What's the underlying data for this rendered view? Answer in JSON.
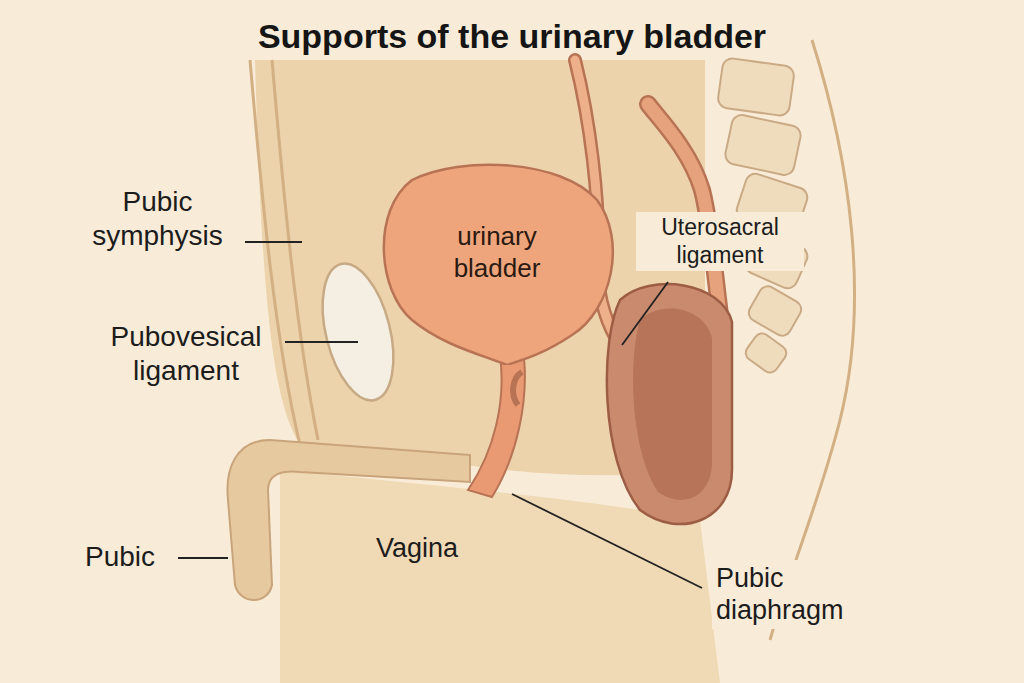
{
  "diagram": {
    "title": "Supports of the urinary bladder",
    "nodes": [
      {
        "text": [
          "urinary bladder"
        ]
      }
    ],
    "labels": [
      "Pubic symphysis",
      "Pubovesical ligament",
      "Uterosacral ligament",
      "Pubic",
      "Vagina",
      "Pubic diaphragm"
    ]
  }
}
